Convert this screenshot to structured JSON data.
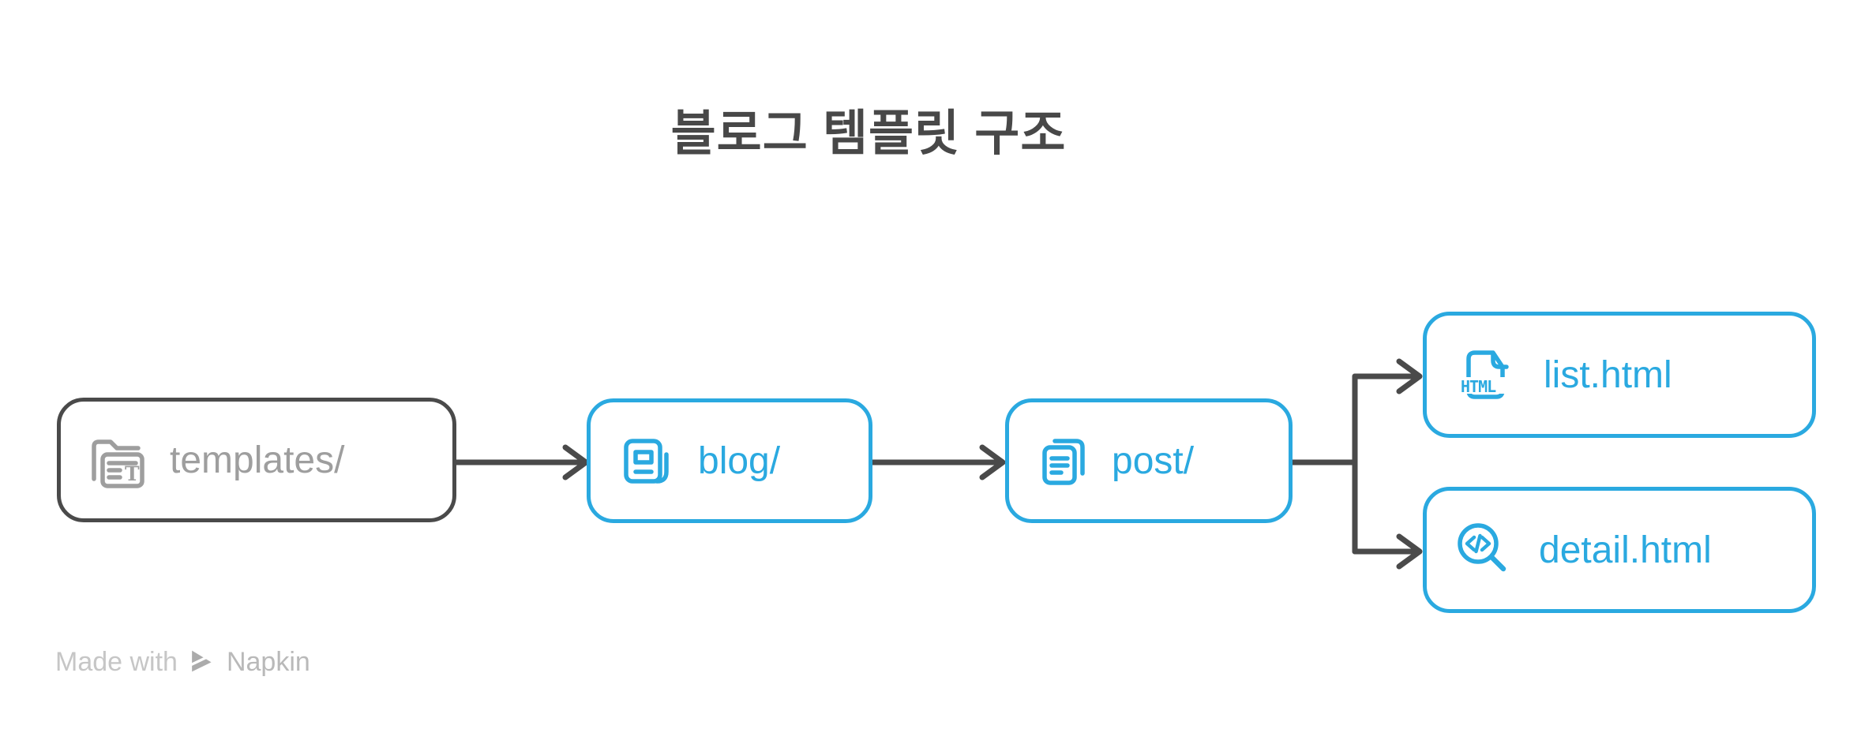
{
  "title": "블로그 템플릿 구조",
  "colors": {
    "accent_blue": "#2aa9e0",
    "dark_gray": "#484848",
    "muted_gray": "#9e9e9e",
    "watermark_gray": "#c0c0c0"
  },
  "nodes": [
    {
      "id": "templates",
      "label": "templates/",
      "icon": "template-folder-icon",
      "variant": "gray"
    },
    {
      "id": "blog",
      "label": "blog/",
      "icon": "newspaper-icon",
      "variant": "blue"
    },
    {
      "id": "post",
      "label": "post/",
      "icon": "document-copy-icon",
      "variant": "blue"
    },
    {
      "id": "list",
      "label": "list.html",
      "icon": "html-file-icon",
      "variant": "blue"
    },
    {
      "id": "detail",
      "label": "detail.html",
      "icon": "code-search-icon",
      "variant": "blue"
    }
  ],
  "edges": [
    {
      "from": "templates",
      "to": "blog"
    },
    {
      "from": "blog",
      "to": "post"
    },
    {
      "from": "post",
      "to": "list"
    },
    {
      "from": "post",
      "to": "detail"
    }
  ],
  "icons": {
    "html_file_label": "HTML",
    "template_letter": "T"
  },
  "watermark": {
    "prefix": "Made with",
    "brand": "Napkin"
  }
}
